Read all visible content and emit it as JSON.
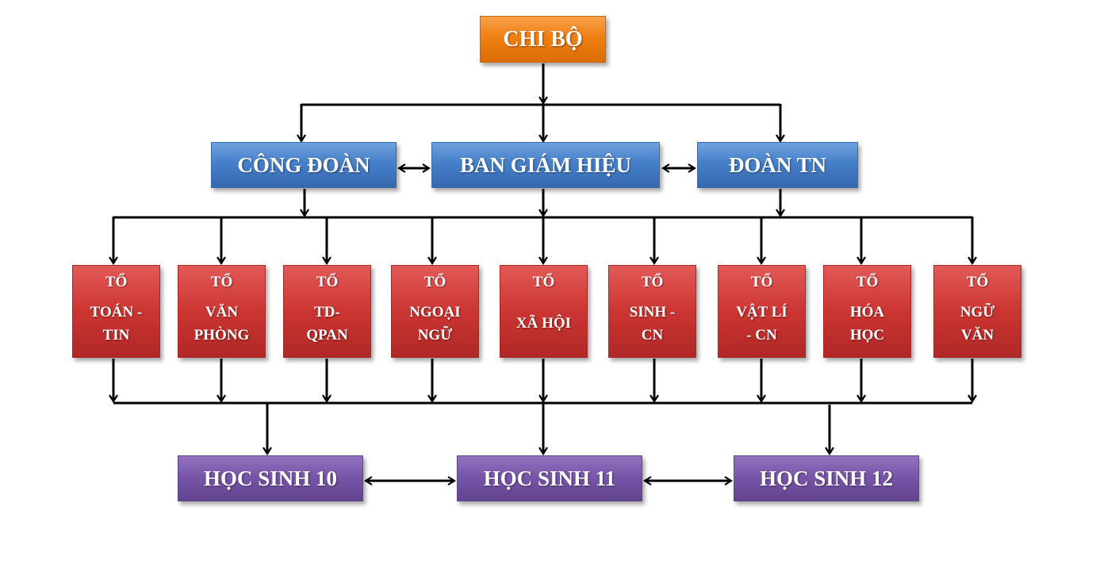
{
  "top": {
    "label": "CHI BỘ"
  },
  "second_row": [
    {
      "label": "CÔNG ĐOÀN"
    },
    {
      "label": "BAN GIÁM HIỆU"
    },
    {
      "label": "ĐOÀN TN"
    }
  ],
  "departments": [
    {
      "prefix": "TỔ",
      "line1": "TOÁN -",
      "line2": "TIN"
    },
    {
      "prefix": "TỔ",
      "line1": "VĂN",
      "line2": "PHÒNG"
    },
    {
      "prefix": "TỔ",
      "line1": "TD-",
      "line2": "QPAN"
    },
    {
      "prefix": "TỔ",
      "line1": "NGOẠI",
      "line2": "NGỮ"
    },
    {
      "prefix": "TỔ",
      "line1": "XÃ HỘI",
      "line2": ""
    },
    {
      "prefix": "TỔ",
      "line1": "SINH -",
      "line2": "CN"
    },
    {
      "prefix": "TỔ",
      "line1": "VẬT LÍ",
      "line2": "- CN"
    },
    {
      "prefix": "TỔ",
      "line1": "HÓA",
      "line2": "HỌC"
    },
    {
      "prefix": "TỔ",
      "line1": "NGỮ",
      "line2": "VĂN"
    }
  ],
  "students": [
    {
      "label": "HỌC SINH 10"
    },
    {
      "label": "HỌC SINH 11"
    },
    {
      "label": "HỌC SINH 12"
    }
  ],
  "colors": {
    "top": "#ef8013",
    "second_row": "#4680c9",
    "departments": "#cb3532",
    "students": "#7654a8",
    "connector": "#000000"
  }
}
